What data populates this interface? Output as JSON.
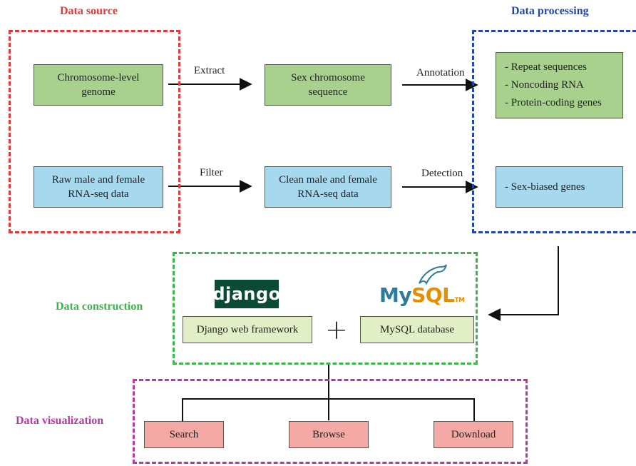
{
  "sections": {
    "source": "Data source",
    "processing": "Data processing",
    "construction": "Data construction",
    "visualization": "Data visualization"
  },
  "nodes": {
    "chromosome_genome": "Chromosome-level\ngenome",
    "raw_rnaseq": "Raw male and female\nRNA-seq data",
    "sex_chromosome": "Sex chromosome\nsequence",
    "clean_rnaseq": "Clean male and female\nRNA-seq data",
    "annotation_list": [
      "Repeat sequences",
      "Noncoding RNA",
      "Protein-coding genes"
    ],
    "detection_list": [
      "Sex-biased genes"
    ],
    "django_framework": "Django web framework",
    "mysql_database": "MySQL database",
    "search": "Search",
    "browse": "Browse",
    "download": "Download"
  },
  "edges": {
    "extract": "Extract",
    "filter": "Filter",
    "annotation": "Annotation",
    "detection": "Detection"
  },
  "logos": {
    "django": "django",
    "mysql_my": "My",
    "mysql_sql": "SQL",
    "mysql_tm": "TM"
  },
  "symbols": {
    "plus": "+"
  },
  "colors": {
    "source": "#e03a3a",
    "processing": "#2447a8",
    "construction": "#3cb54a",
    "visualization": "#b63aa3",
    "green_box": "#a9d18e",
    "blue_box": "#a6d8ee",
    "cream_box": "#e2efc6",
    "pink_box": "#f4a9a4",
    "django_logo": "#0c4b33"
  }
}
